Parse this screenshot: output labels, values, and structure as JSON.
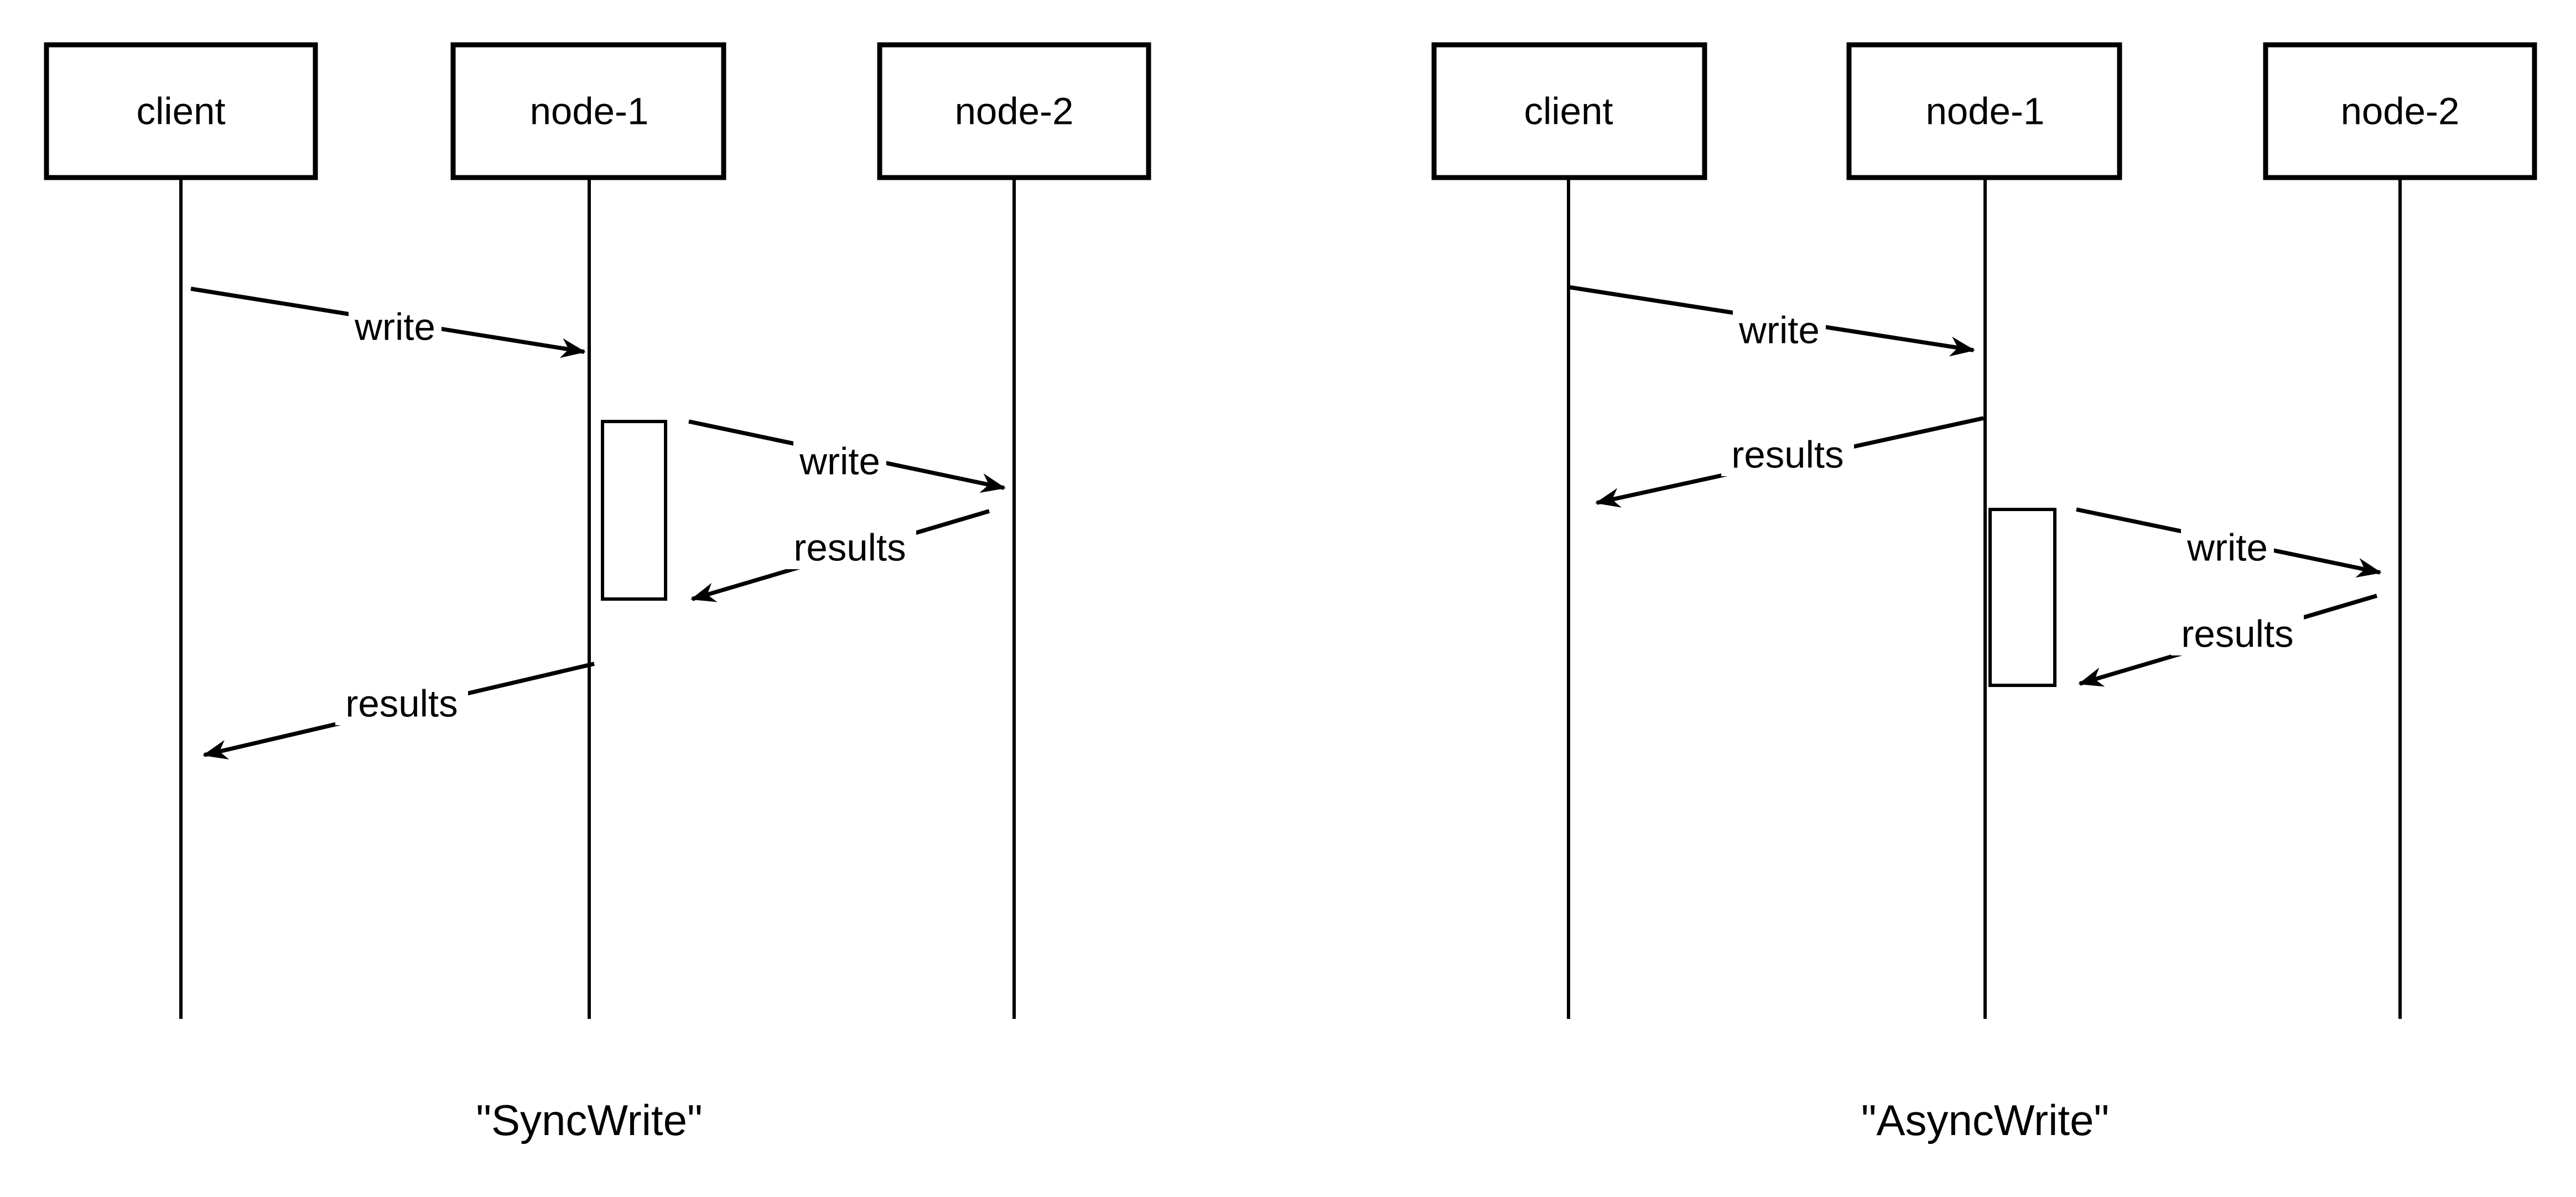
{
  "colors": {
    "ink": "#000000",
    "background": "#ffffff"
  },
  "diagrams": [
    {
      "caption": "\"SyncWrite\"",
      "actors": [
        {
          "label": "client"
        },
        {
          "label": "node-1"
        },
        {
          "label": "node-2"
        }
      ],
      "messages": [
        {
          "label": "write",
          "from": "client",
          "to": "node-1"
        },
        {
          "label": "write",
          "from": "node-1",
          "to": "node-2"
        },
        {
          "label": "results",
          "from": "node-2",
          "to": "node-1"
        },
        {
          "label": "results",
          "from": "node-1",
          "to": "client"
        }
      ]
    },
    {
      "caption": "\"AsyncWrite\"",
      "actors": [
        {
          "label": "client"
        },
        {
          "label": "node-1"
        },
        {
          "label": "node-2"
        }
      ],
      "messages": [
        {
          "label": "write",
          "from": "client",
          "to": "node-1"
        },
        {
          "label": "results",
          "from": "node-1",
          "to": "client"
        },
        {
          "label": "write",
          "from": "node-1",
          "to": "node-2"
        },
        {
          "label": "results",
          "from": "node-2",
          "to": "node-1"
        }
      ]
    }
  ]
}
